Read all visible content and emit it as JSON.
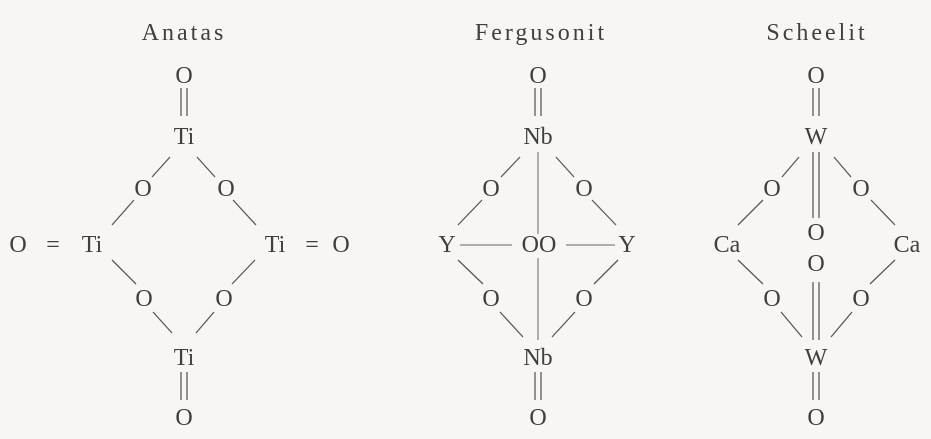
{
  "structures": [
    {
      "title": "Anatas",
      "atoms": [
        "O",
        "Ti",
        "O",
        "O",
        "O",
        "Ti",
        "Ti",
        "O",
        "O",
        "O",
        "Ti",
        "O"
      ]
    },
    {
      "title": "Fergusonit",
      "atoms": [
        "O",
        "Nb",
        "O",
        "O",
        "Y",
        "OO",
        "Y",
        "O",
        "O",
        "Nb",
        "O"
      ]
    },
    {
      "title": "Scheelit",
      "atoms": [
        "O",
        "W",
        "O",
        "O",
        "O",
        "Ca",
        "Ca",
        "O",
        "O",
        "O",
        "W",
        "O"
      ]
    }
  ],
  "symbols": {
    "double_bond": "="
  }
}
